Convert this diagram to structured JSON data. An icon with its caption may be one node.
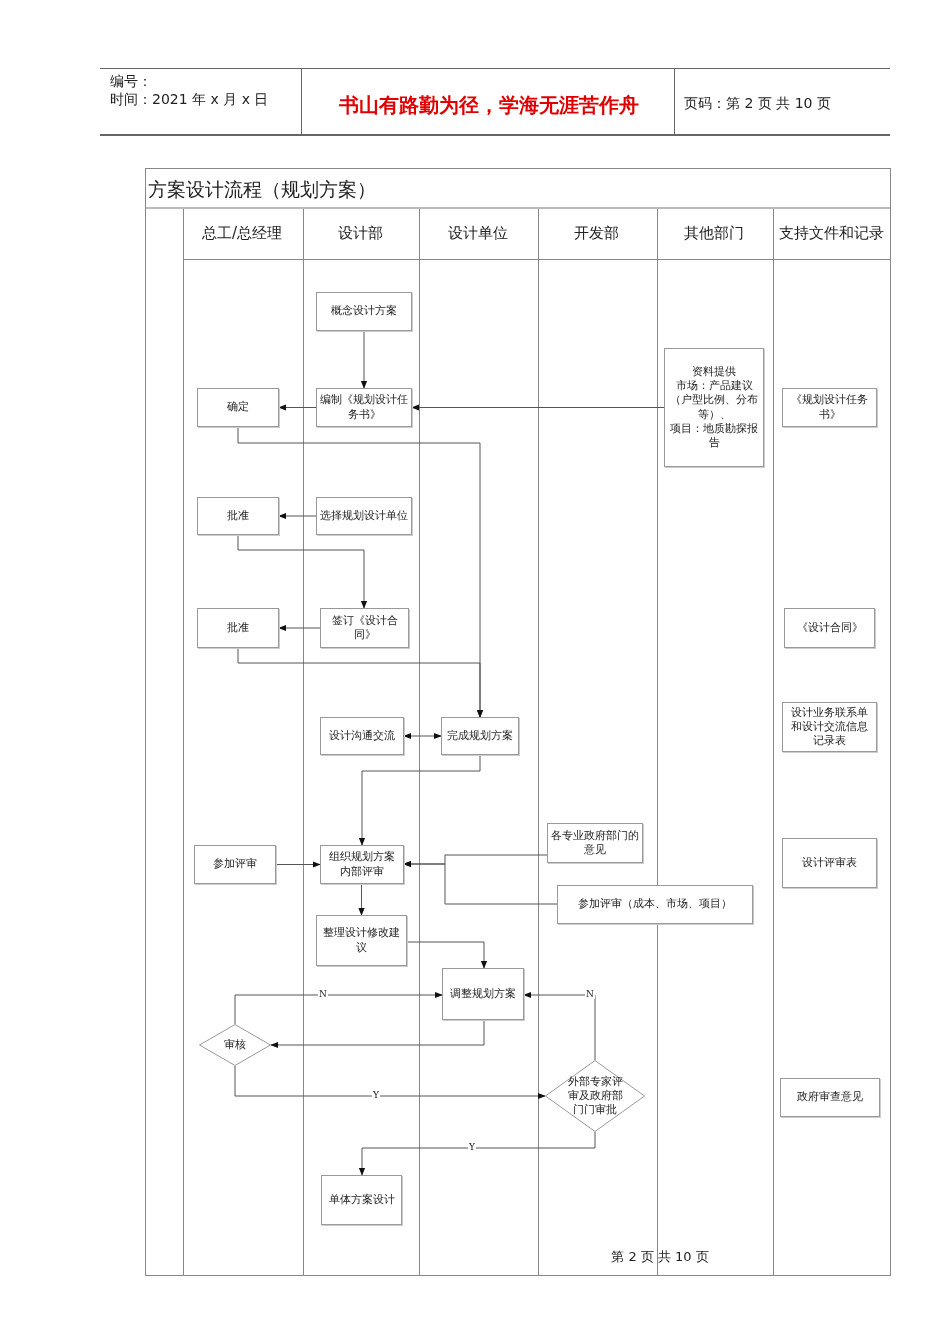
{
  "diagram": {
    "title": "方案设计流程（规划方案）",
    "nodes": [
      {
        "text": [
          "概念设计方案"
        ]
      },
      {
        "text": [
          "编制《规划设计任务书》"
        ]
      },
      {
        "text": [
          "确定"
        ]
      },
      {
        "text": [
          "资料提供",
          "市场：产品建议（户型比例、分布等）、",
          "项目：地质勘探报告"
        ]
      },
      {
        "text": [
          "《规划设计任务书》"
        ]
      },
      {
        "text": [
          "批准"
        ]
      },
      {
        "text": [
          "选择规划设计单位"
        ]
      },
      {
        "text": [
          "批准"
        ]
      },
      {
        "text": [
          "签订《设计合同》"
        ]
      },
      {
        "text": [
          "《设计合同》"
        ]
      },
      {
        "text": [
          "设计沟通交流"
        ]
      },
      {
        "text": [
          "完成规划方案"
        ]
      },
      {
        "text": [
          "设计业务联系单和设计交流信息记录表"
        ]
      },
      {
        "text": [
          "参加评审"
        ]
      },
      {
        "text": [
          "组织规划方案内部评审"
        ]
      },
      {
        "text": [
          "各专业政府部门的意见"
        ]
      },
      {
        "text": [
          "参加评审（成本、市场、项目）"
        ]
      },
      {
        "text": [
          "设计评审表"
        ]
      },
      {
        "text": [
          "整理设计修改建议"
        ]
      },
      {
        "text": [
          "调整规划方案"
        ]
      },
      {
        "text": [
          "审核"
        ]
      },
      {
        "text": [
          "外部专家评审及政府部门门审批"
        ]
      },
      {
        "text": [
          "政府审查意见"
        ]
      },
      {
        "text": [
          "单体方案设计"
        ]
      }
    ],
    "edges": [
      {
        "from": 0,
        "to": 1,
        "arrow": "to"
      },
      {
        "from": 1,
        "to": 2,
        "arrow": "to"
      },
      {
        "from": 3,
        "to": 1,
        "arrow": "to"
      },
      {
        "from": 2,
        "to": 11,
        "arrow": "to"
      },
      {
        "from": 6,
        "to": 5,
        "arrow": "to"
      },
      {
        "from": 5,
        "to": 8,
        "arrow": "to"
      },
      {
        "from": 8,
        "to": 7,
        "arrow": "to"
      },
      {
        "from": 7,
        "to": 11,
        "arrow": "to"
      },
      {
        "from": 10,
        "to": 11,
        "arrow": "both"
      },
      {
        "from": 11,
        "to": 14,
        "arrow": "to"
      },
      {
        "from": 13,
        "to": 14,
        "arrow": "to"
      },
      {
        "from": 15,
        "to": 14,
        "arrow": "to"
      },
      {
        "from": 16,
        "to": 14,
        "arrow": "to"
      },
      {
        "from": 14,
        "to": 18,
        "arrow": "to"
      },
      {
        "from": 18,
        "to": 19,
        "arrow": "to"
      },
      {
        "from": 19,
        "to": 20,
        "arrow": "to"
      },
      {
        "from": 20,
        "to": 19,
        "arrow": "to",
        "label": "N"
      },
      {
        "from": 20,
        "to": 21,
        "arrow": "to",
        "label": "Y"
      },
      {
        "from": 21,
        "to": 19,
        "arrow": "to",
        "label": "N"
      },
      {
        "from": 21,
        "to": 23,
        "arrow": "to",
        "label": "Y"
      }
    ],
    "labels": [
      "编号：",
      "时间：2021 年 x 月 x 日",
      "书山有路勤为径，学海无涯苦作舟",
      "页码：第 2 页 共 10 页",
      "总工/总经理",
      "设计部",
      "设计单位",
      "开发部",
      "其他部门",
      "支持文件和记录",
      "第 2 页 共 10 页"
    ]
  }
}
